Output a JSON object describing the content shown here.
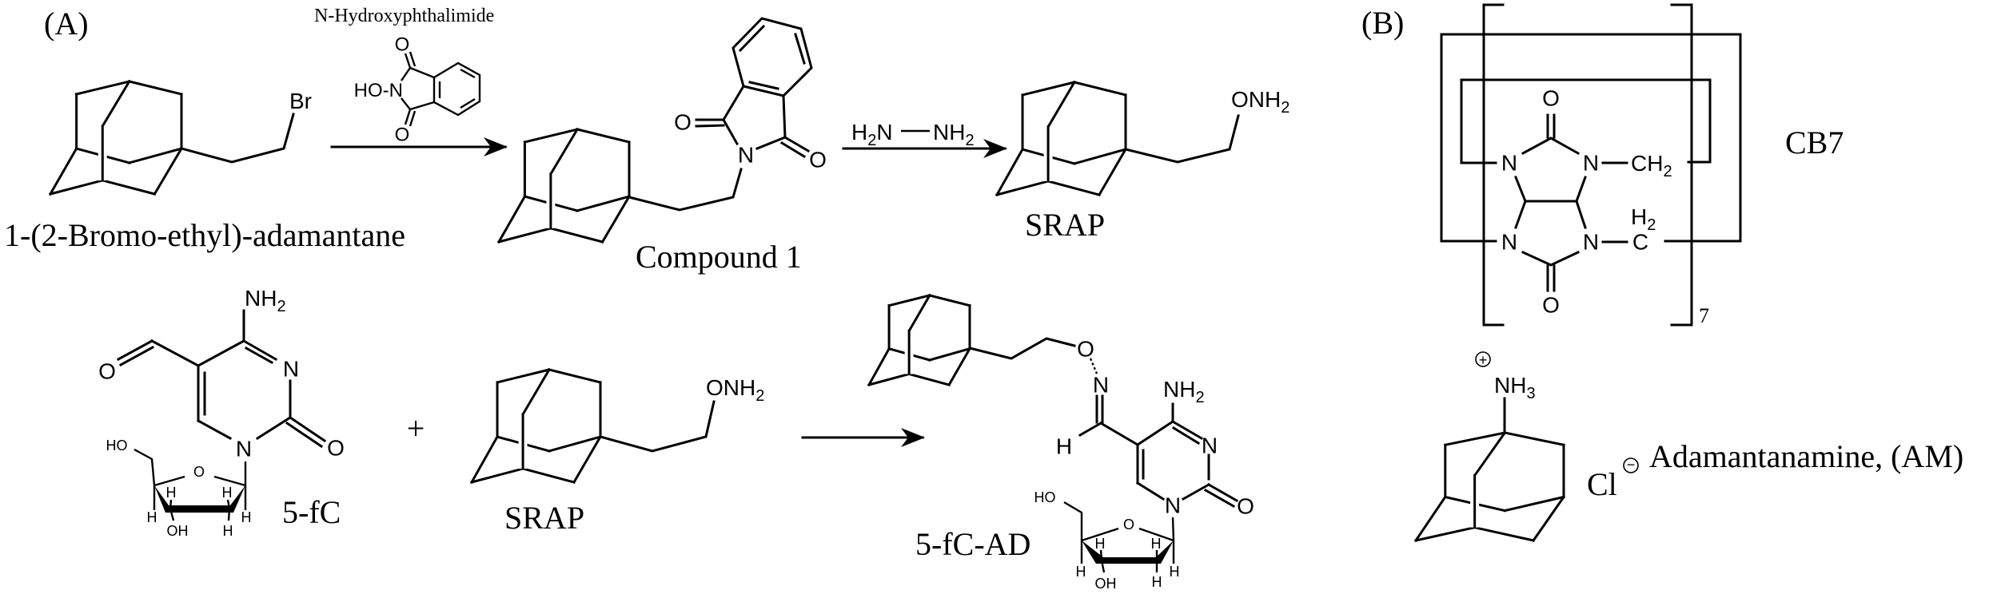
{
  "panel_a": {
    "label": "(A)",
    "reagent_name": "N-Hydroxyphthalimide",
    "plus": "+",
    "compounds": {
      "bromo": "1-(2-Bromo-ethyl)-adamantane",
      "compound1": "Compound 1",
      "srap": "SRAP",
      "fc": "5-fC",
      "fc_ad": "5-fC-AD"
    },
    "hydrazine": {
      "h": "H",
      "sub": "2",
      "n": "N",
      "nh": "NH"
    }
  },
  "panel_b": {
    "label": "(B)",
    "cb7": "CB7",
    "repeat": "7",
    "am_name": "Adamantanamine, (AM)",
    "chloride": "Cl"
  },
  "atoms": {
    "Br": "Br",
    "O": "O",
    "N": "N",
    "C": "C",
    "CH": "CH",
    "H": "H",
    "HO": "HO",
    "OH": "OH",
    "HO_N": "HO-N",
    "ONH": "ONH",
    "NH": "NH",
    "sub2": "2",
    "sub3": "3"
  },
  "charges": {
    "plus": "+",
    "minus": "−"
  }
}
